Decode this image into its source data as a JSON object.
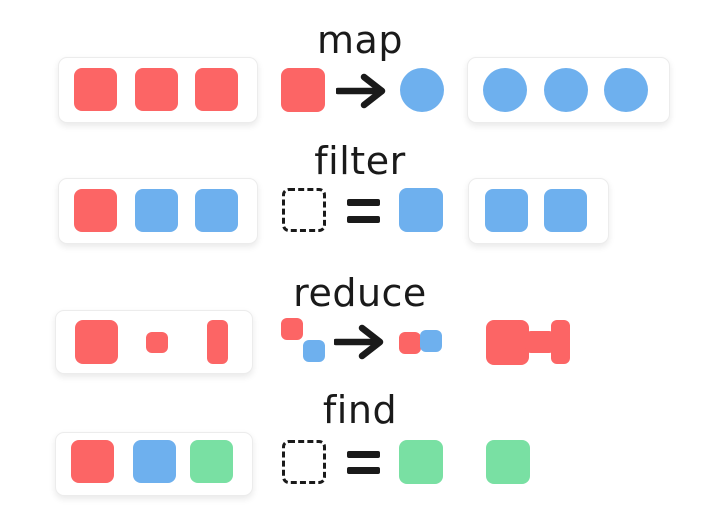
{
  "colors": {
    "red": "#FC6565",
    "blue": "#6EB0EE",
    "green": "#79E0A3",
    "ink": "#1A1A1A",
    "box_background": "#FFFFFF",
    "box_border": "#ECECEC"
  },
  "icons": {
    "arrow": "→",
    "equals": "="
  },
  "rows": [
    {
      "label": "map",
      "input_box_items": [
        "red-square",
        "red-square",
        "red-square"
      ],
      "operation": {
        "type": "arrow",
        "from": "red-square",
        "to": "blue-circle"
      },
      "output_box_items": [
        "blue-circle",
        "blue-circle",
        "blue-circle"
      ]
    },
    {
      "label": "filter",
      "input_box_items": [
        "red-square",
        "blue-square",
        "blue-square"
      ],
      "operation": {
        "type": "equals",
        "from": "empty-dashed-square",
        "to": "blue-square"
      },
      "output_box_items": [
        "blue-square",
        "blue-square"
      ]
    },
    {
      "label": "reduce",
      "input_box_items": [
        "red-square-large",
        "red-square-small",
        "red-rect-tall"
      ],
      "operation": {
        "type": "arrow",
        "from": "red-square-small+blue-square-small-diagonal",
        "to": "red-square-small+blue-square-small-joined"
      },
      "output_items": [
        "red-merged-dumbbell-shape"
      ]
    },
    {
      "label": "find",
      "input_box_items": [
        "red-square",
        "blue-square",
        "green-square"
      ],
      "operation": {
        "type": "equals",
        "from": "empty-dashed-square",
        "to": "green-square"
      },
      "output_items": [
        "green-square"
      ]
    }
  ]
}
